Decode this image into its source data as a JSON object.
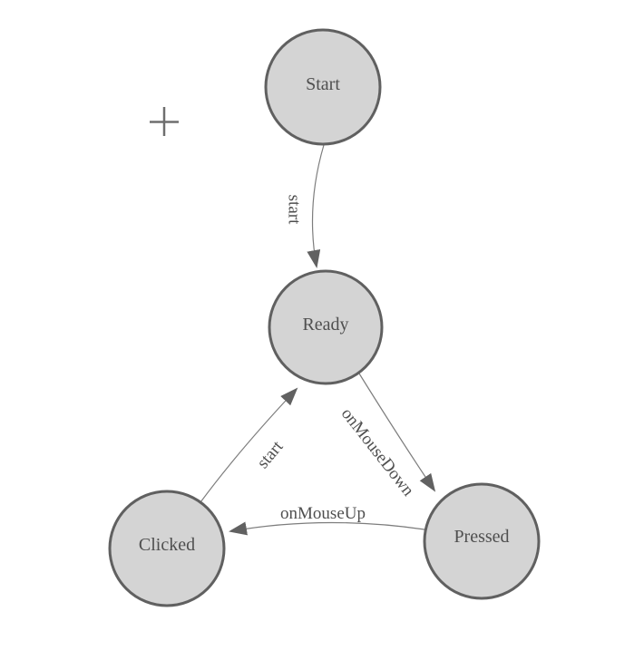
{
  "diagram": {
    "type": "state-machine",
    "nodes": [
      {
        "id": "start",
        "label": "Start"
      },
      {
        "id": "ready",
        "label": "Ready"
      },
      {
        "id": "clicked",
        "label": "Clicked"
      },
      {
        "id": "pressed",
        "label": "Pressed"
      }
    ],
    "edges": [
      {
        "from": "start",
        "to": "ready",
        "label": "start"
      },
      {
        "from": "clicked",
        "to": "ready",
        "label": "start"
      },
      {
        "from": "ready",
        "to": "pressed",
        "label": "onMouseDown"
      },
      {
        "from": "pressed",
        "to": "clicked",
        "label": "onMouseUp"
      }
    ],
    "colors": {
      "background": "#ffffff",
      "node_fill": "#d4d4d4",
      "node_stroke": "#606060",
      "node_label": "#4f4f4f",
      "edge_line": "#7d7d7d",
      "edge_label": "#4f4f4f",
      "arrowhead": "#616161",
      "crosshair": "#6e6e6e"
    },
    "icons": [
      {
        "name": "plus-crosshair-icon"
      }
    ]
  }
}
